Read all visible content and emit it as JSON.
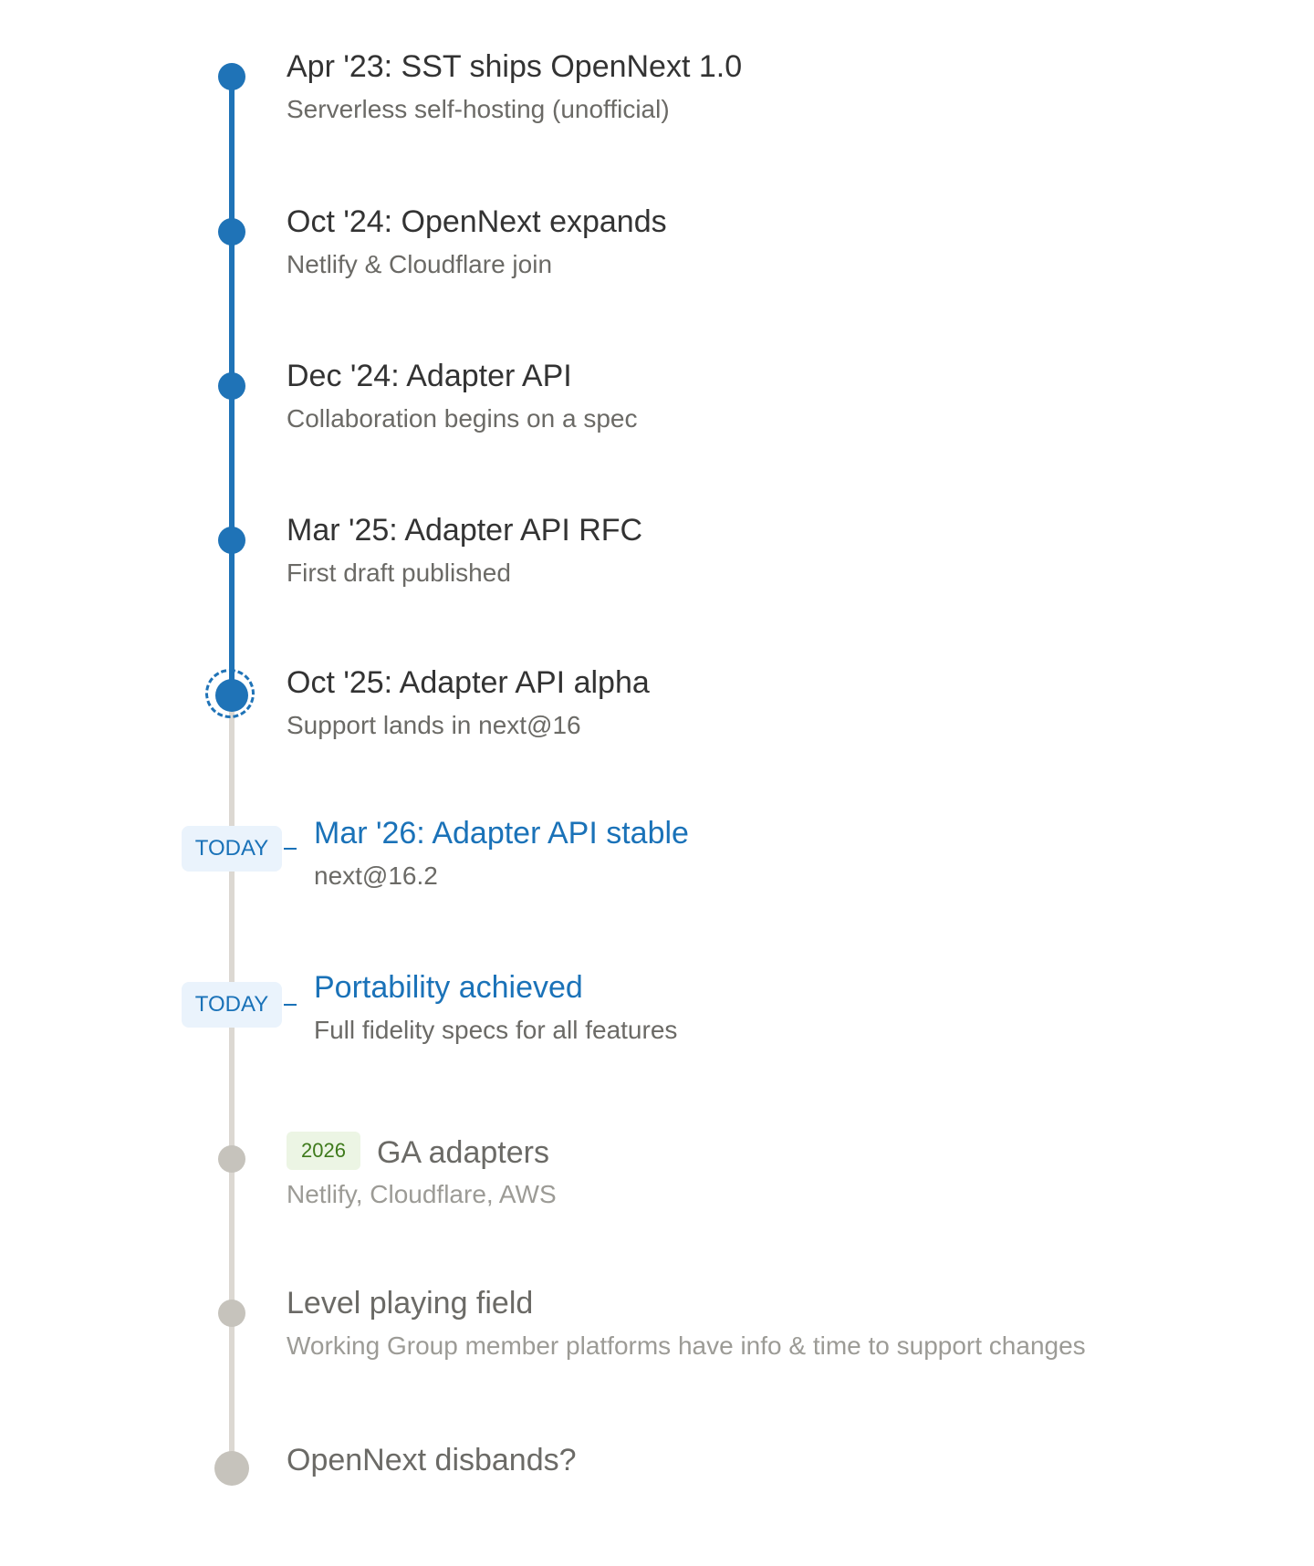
{
  "colors": {
    "accent": "#1f73b7",
    "accent_text": "#1a72b8",
    "future_rail": "#dcd8d2",
    "future_dot": "#c6c3bc",
    "today_badge_bg": "#eaf3fc",
    "year_badge_bg": "#ecf5e4",
    "year_badge_text": "#3e7a1b"
  },
  "timeline": {
    "items": [
      {
        "title": "Apr '23: SST ships OpenNext 1.0",
        "subtitle": "Serverless self-hosting (unofficial)",
        "state": "past"
      },
      {
        "title": "Oct '24: OpenNext expands",
        "subtitle": "Netlify & Cloudflare join",
        "state": "past"
      },
      {
        "title": "Dec '24: Adapter API",
        "subtitle": "Collaboration begins on a spec",
        "state": "past"
      },
      {
        "title": "Mar '25: Adapter API RFC",
        "subtitle": "First draft published",
        "state": "past"
      },
      {
        "title": "Oct '25: Adapter API alpha",
        "subtitle": "Support lands in next@16",
        "state": "current"
      },
      {
        "title": "Mar '26: Adapter API stable",
        "subtitle": "next@16.2",
        "state": "today",
        "badge": "TODAY"
      },
      {
        "title": "Portability achieved",
        "subtitle": "Full fidelity specs for all features",
        "state": "today",
        "badge": "TODAY"
      },
      {
        "title": "GA adapters",
        "subtitle": "Netlify, Cloudflare, AWS",
        "state": "future",
        "year_badge": "2026"
      },
      {
        "title": "Level playing field",
        "subtitle": "Working Group member platforms have info & time to support changes",
        "state": "future"
      },
      {
        "title": "OpenNext disbands?",
        "subtitle": "",
        "state": "future"
      }
    ]
  }
}
